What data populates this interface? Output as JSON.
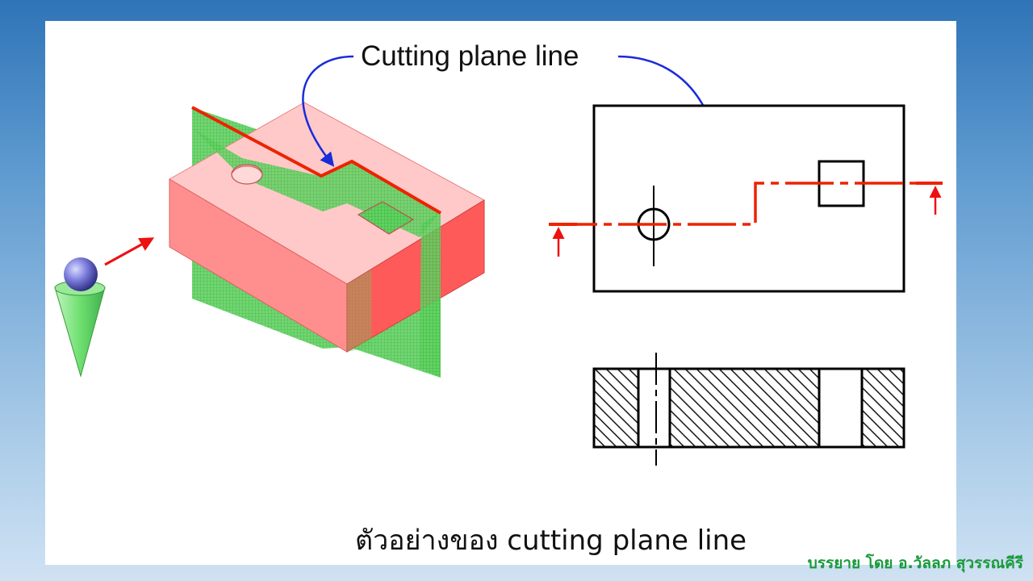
{
  "diagram": {
    "callout_label": "Cutting plane line",
    "caption": "ตัวอย่างของ cutting plane line",
    "credit": "บรรยาย โดย อ.วัลลภ สุวรรณคีรี"
  },
  "colors": {
    "background_top": "#2f74b8",
    "background_bottom": "#cfe2f3",
    "block_face": "#ff8f8f",
    "block_top": "#ffc9c9",
    "block_side": "#ff5a5a",
    "cutting_plane": "#33bb44",
    "cutting_line": "#ee2200",
    "callout_arrow": "#1a2bd8",
    "credit_text": "#1a9a3a"
  }
}
